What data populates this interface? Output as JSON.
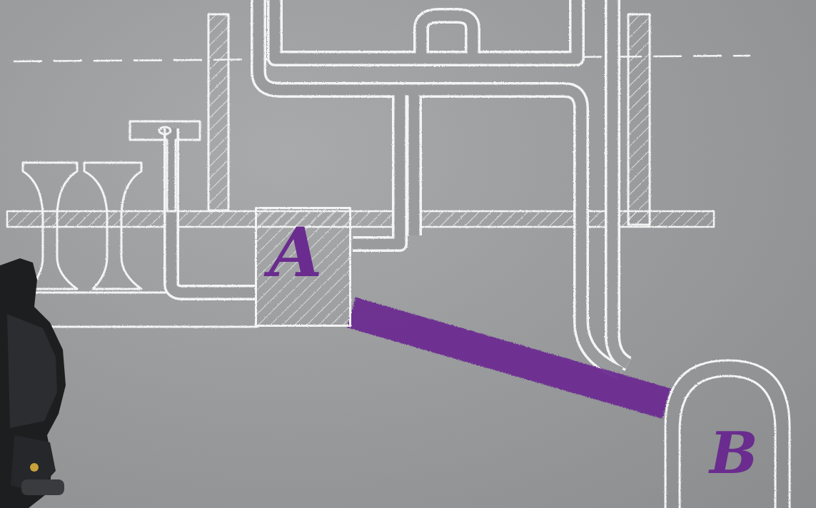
{
  "diagram": {
    "nodes": [
      {
        "text": [
          "A"
        ]
      },
      {
        "text": [
          "B"
        ]
      }
    ],
    "edges": [
      {
        "from": 0,
        "to": 1,
        "arrow": "none"
      }
    ]
  }
}
